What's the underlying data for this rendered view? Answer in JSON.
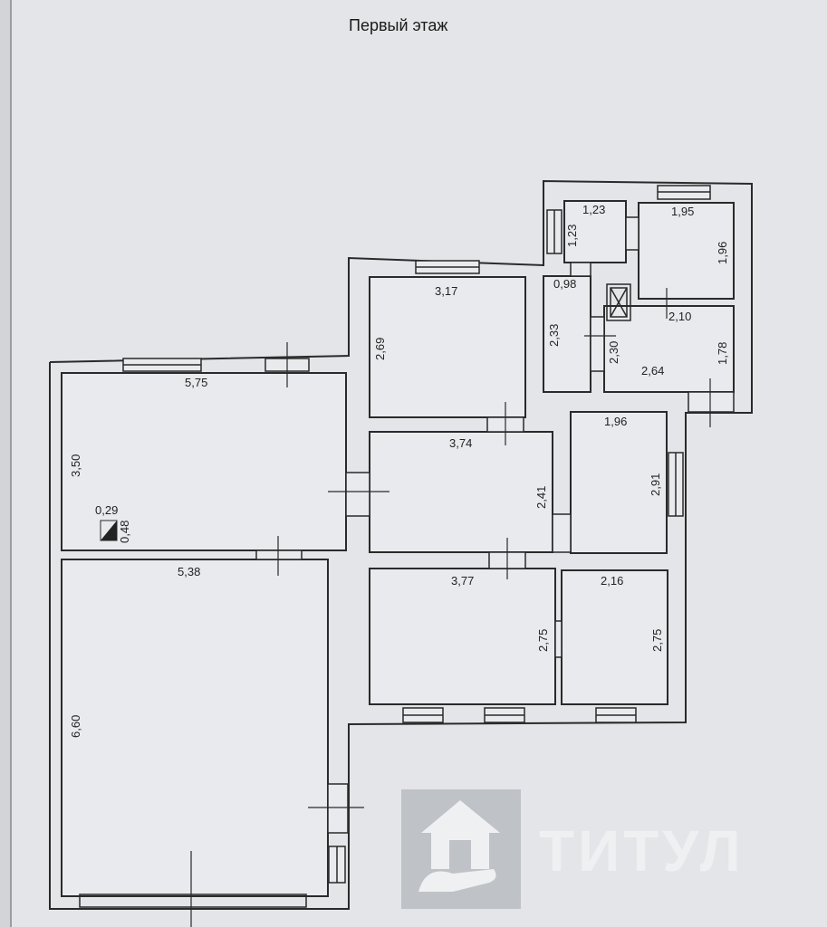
{
  "title": "Первый этаж",
  "watermark": {
    "text": "ТИТУЛ",
    "logo_icon": "house-on-hand-logo"
  },
  "rooms": [
    {
      "id": "living",
      "width_label": "5,75",
      "height_label": "3,50"
    },
    {
      "id": "hall",
      "width_label": "5,38",
      "height_label": "6,60"
    },
    {
      "id": "room-top",
      "width_label": "3,17",
      "height_label": "2,69"
    },
    {
      "id": "room-mid",
      "width_label": "3,74",
      "height_label": "2,41"
    },
    {
      "id": "room-bottom-left",
      "width_label": "3,77",
      "height_label": "2,75"
    },
    {
      "id": "room-bottom-right",
      "width_label": "2,16",
      "height_label": "2,75"
    },
    {
      "id": "room-right",
      "width_label": "1,96",
      "height_label": "2,91"
    },
    {
      "id": "corridor",
      "width_label": "0,98",
      "height_label": "2,33"
    },
    {
      "id": "wc",
      "width_label": "1,23",
      "height_label": "1,23"
    },
    {
      "id": "room-ne",
      "width_label": "1,95",
      "height_label": "1,96"
    },
    {
      "id": "kitchen",
      "width_label": "2,10",
      "extra_label": "2,64",
      "height_label": "1,78",
      "height2_label": "2,30"
    }
  ],
  "niche": {
    "width_label": "0,29",
    "height_label": "0,48"
  },
  "colors": {
    "paper": "#e6e7ea",
    "wall": "#2a2a2a",
    "room": "#e9eaed",
    "watermark": "#f2f3f5"
  }
}
